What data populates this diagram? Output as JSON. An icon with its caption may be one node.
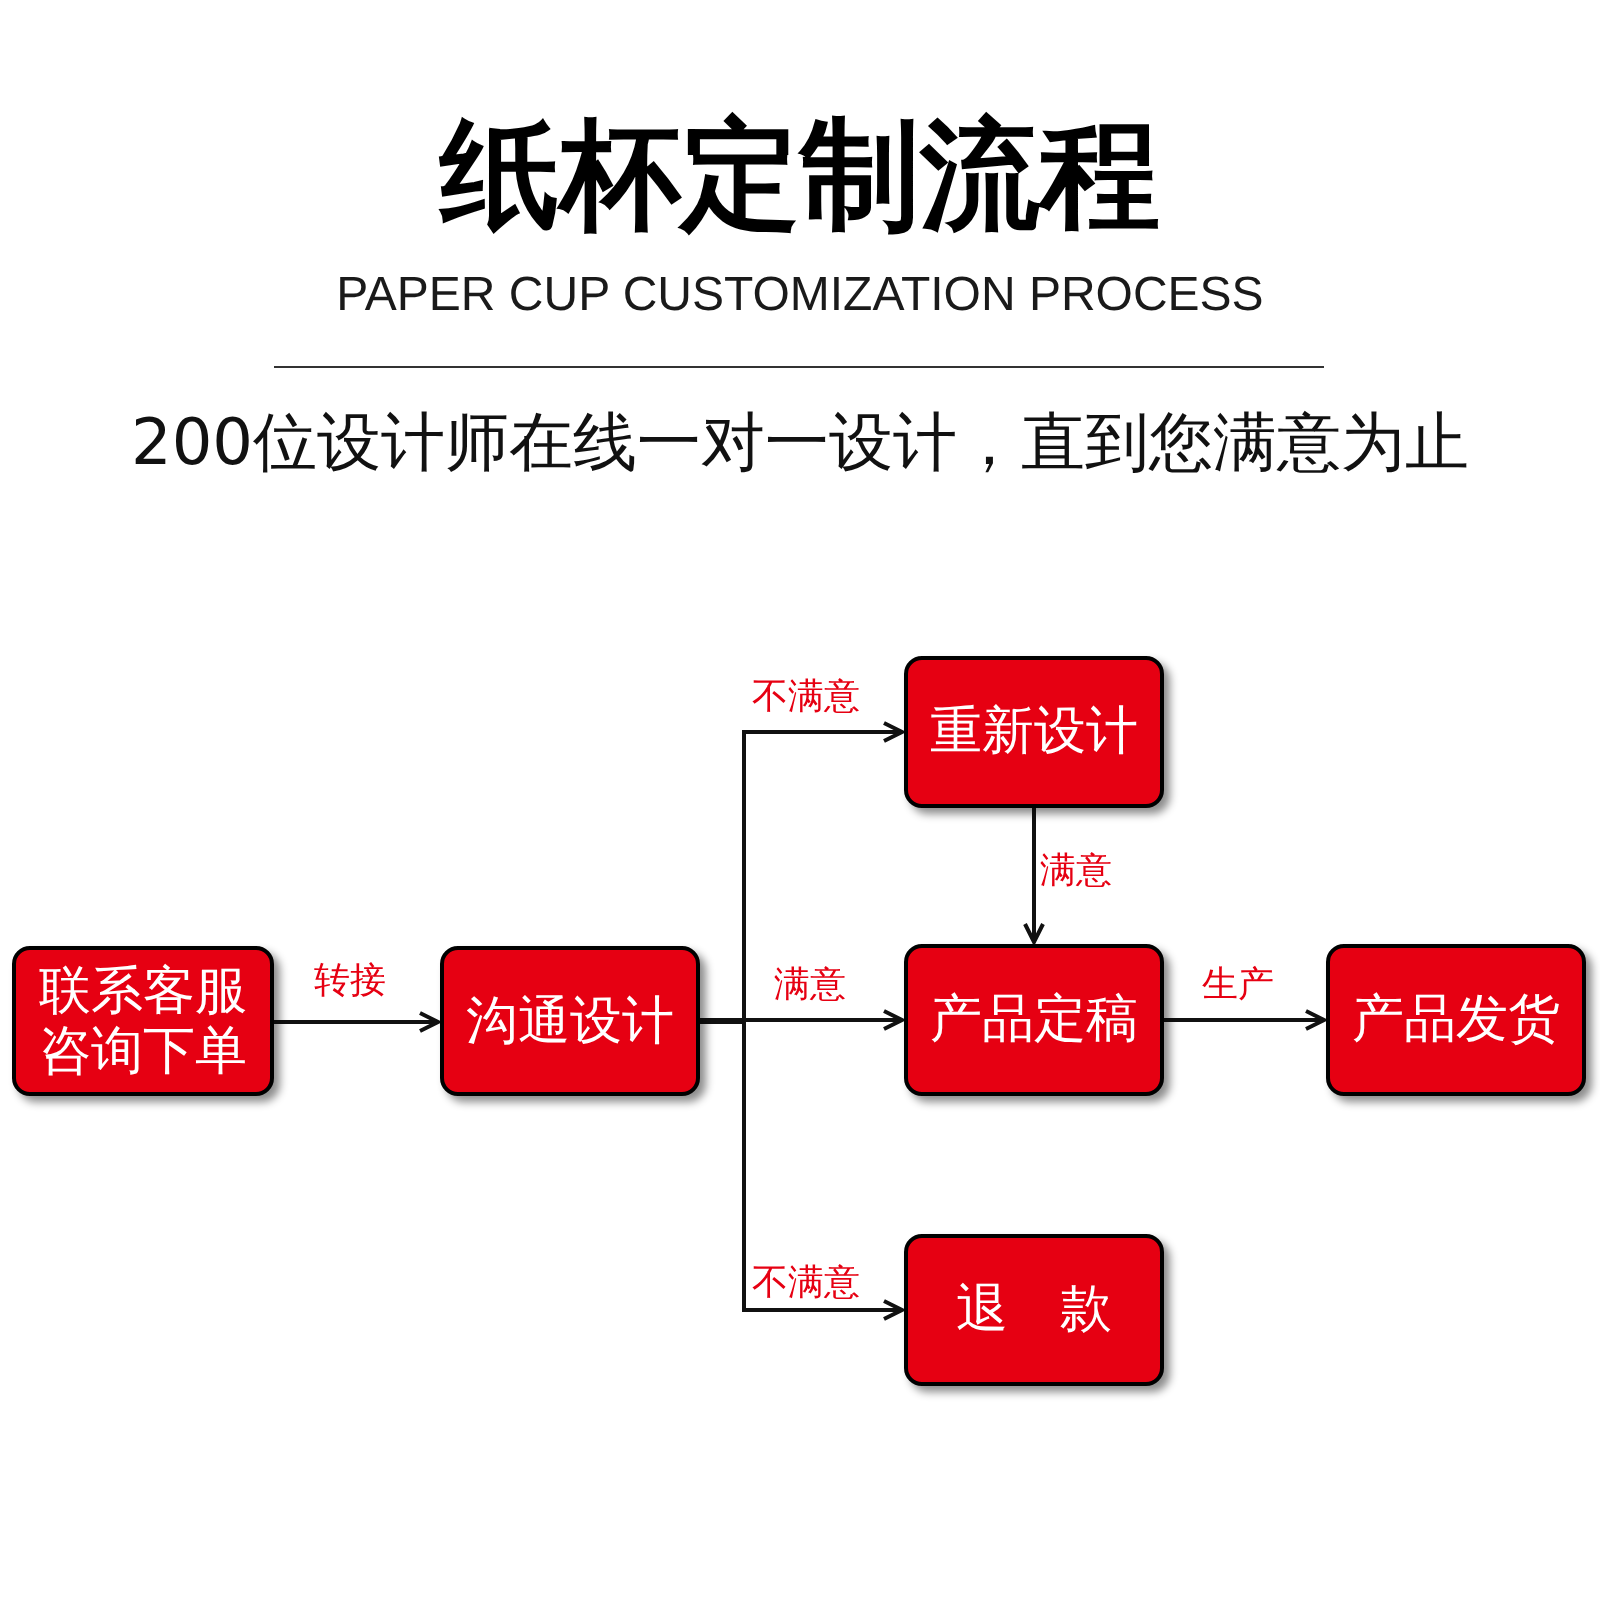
{
  "diagram": {
    "title": "纸杯定制流程",
    "nodes": [
      {
        "text": [
          "联系客服咨询下单"
        ]
      },
      {
        "text": [
          "沟通设计"
        ]
      },
      {
        "text": [
          "重新设计"
        ]
      },
      {
        "text": [
          "产品定稿"
        ]
      },
      {
        "text": [
          "产品发货"
        ]
      },
      {
        "text": [
          "退　款"
        ]
      }
    ],
    "edges": [
      {
        "from": 0,
        "to": 1,
        "arrow": "to",
        "label": "转接"
      },
      {
        "from": 1,
        "to": 2,
        "arrow": "to",
        "label": "不满意"
      },
      {
        "from": 1,
        "to": 3,
        "arrow": "to",
        "label": "满意"
      },
      {
        "from": 1,
        "to": 5,
        "arrow": "to",
        "label": "不满意"
      },
      {
        "from": 2,
        "to": 3,
        "arrow": "to",
        "label": "满意"
      },
      {
        "from": 3,
        "to": 4,
        "arrow": "to",
        "label": "生产"
      }
    ],
    "labels": [
      "PAPER CUP CUSTOMIZATION PROCESS",
      "200位设计师在线一对一设计，直到您满意为止"
    ]
  }
}
